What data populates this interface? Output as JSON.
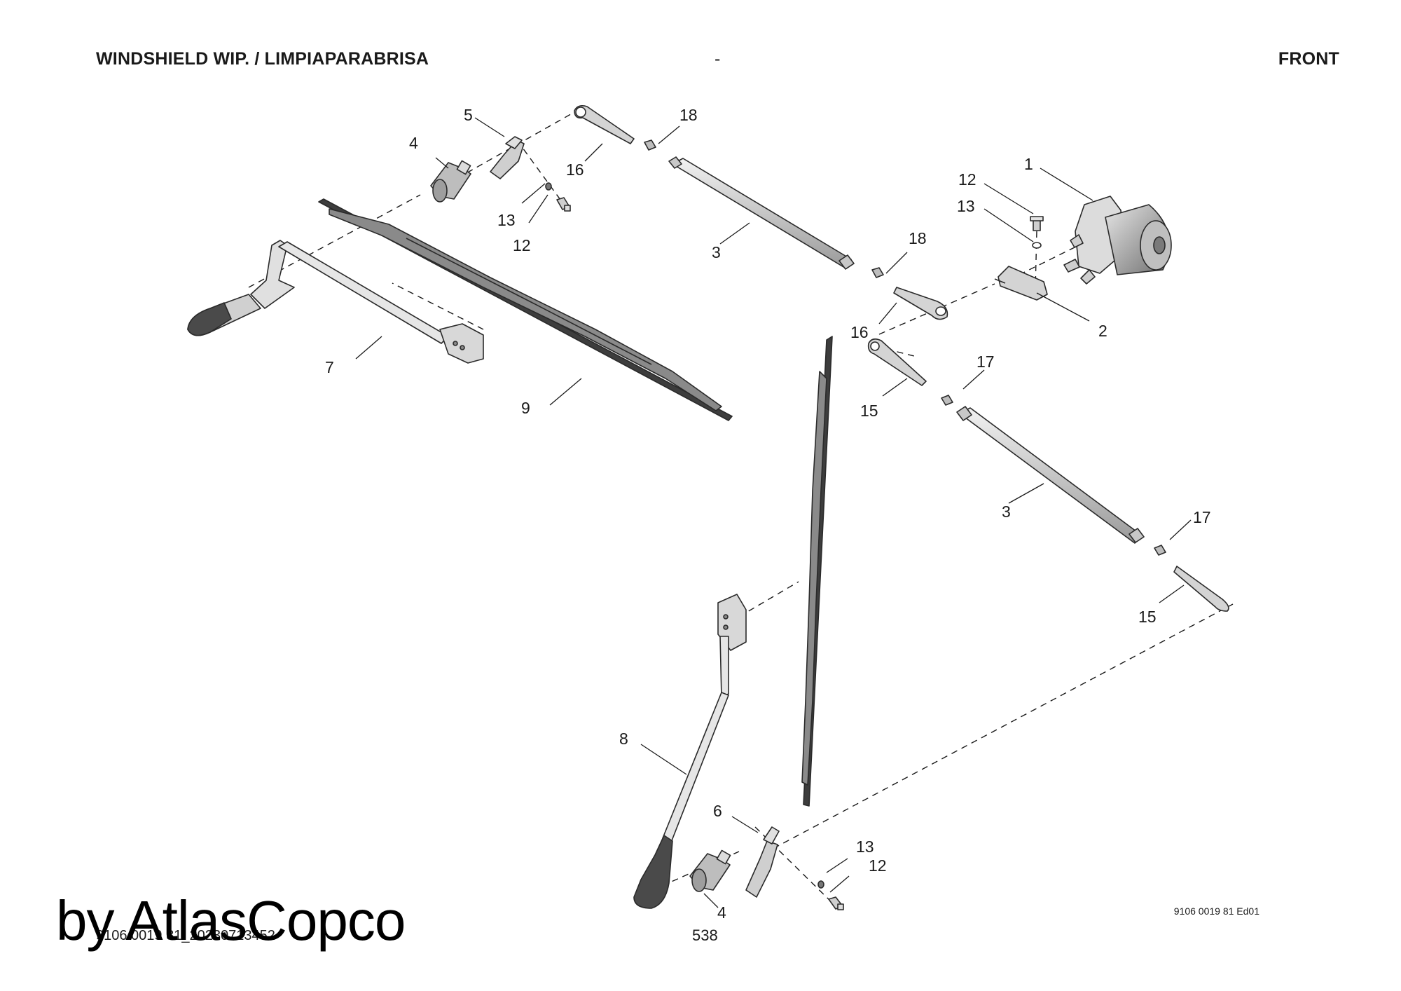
{
  "header": {
    "left": "WINDSHIELD WIP. / LIMPIAPARABRISA",
    "center": "-",
    "right": "FRONT"
  },
  "callouts": [
    {
      "id": "c1",
      "text": "1"
    },
    {
      "id": "c2",
      "text": "2"
    },
    {
      "id": "c3a",
      "text": "3"
    },
    {
      "id": "c3b",
      "text": "3"
    },
    {
      "id": "c4a",
      "text": "4"
    },
    {
      "id": "c4b",
      "text": "4"
    },
    {
      "id": "c5",
      "text": "5"
    },
    {
      "id": "c6",
      "text": "6"
    },
    {
      "id": "c7",
      "text": "7"
    },
    {
      "id": "c8",
      "text": "8"
    },
    {
      "id": "c9",
      "text": "9"
    },
    {
      "id": "c12a",
      "text": "12"
    },
    {
      "id": "c12b",
      "text": "12"
    },
    {
      "id": "c12c",
      "text": "12"
    },
    {
      "id": "c13a",
      "text": "13"
    },
    {
      "id": "c13b",
      "text": "13"
    },
    {
      "id": "c13c",
      "text": "13"
    },
    {
      "id": "c15a",
      "text": "15"
    },
    {
      "id": "c15b",
      "text": "15"
    },
    {
      "id": "c16a",
      "text": "16"
    },
    {
      "id": "c16b",
      "text": "16"
    },
    {
      "id": "c17a",
      "text": "17"
    },
    {
      "id": "c17b",
      "text": "17"
    },
    {
      "id": "c18a",
      "text": "18"
    },
    {
      "id": "c18b",
      "text": "18"
    }
  ],
  "footer": {
    "code": "9106 0019 81_20230713452",
    "page": "538",
    "edition": "9106 0019 81 Ed01"
  },
  "watermark": "by AtlasCopco",
  "colors": {
    "line": "#1a1a1a",
    "part_fill": "#d9d9d9",
    "part_dark": "#5a5a5a"
  }
}
